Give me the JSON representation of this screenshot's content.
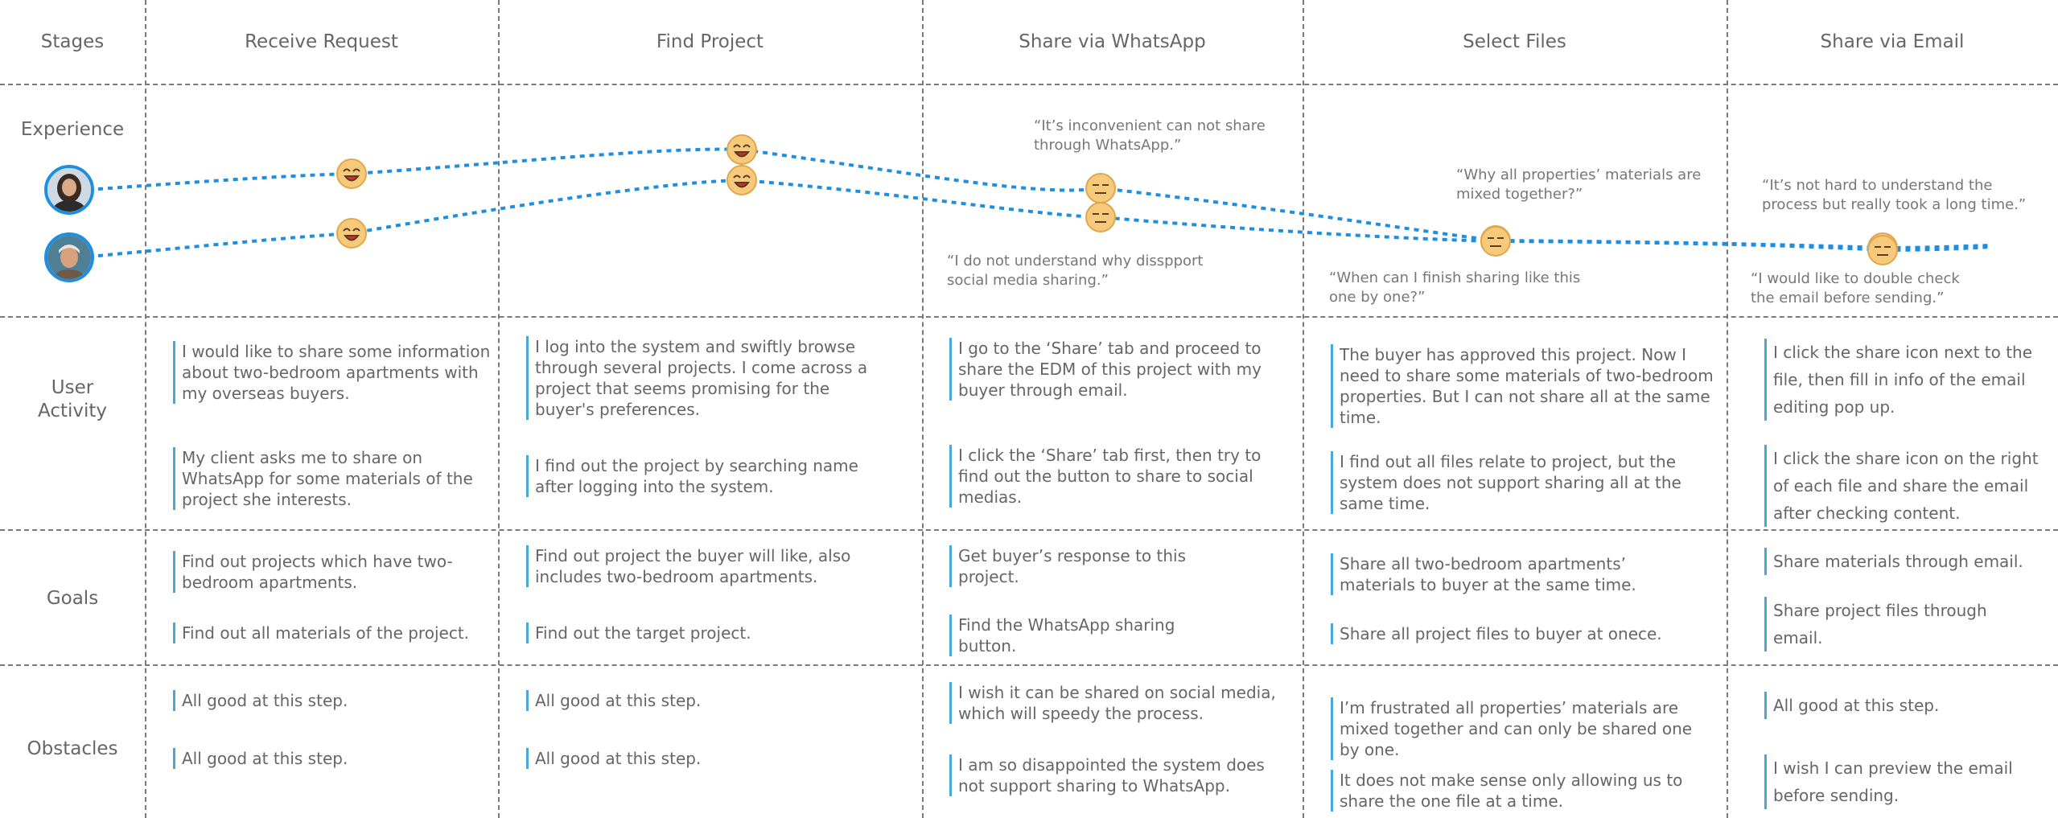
{
  "stages": {
    "label": "Stages",
    "items": [
      "Receive Request",
      "Find Project",
      "Share via WhatsApp",
      "Select Files",
      "Share via Email"
    ]
  },
  "rows": {
    "experience": "Experience",
    "user_activity": "User\nActivity",
    "goals": "Goals",
    "obstacles": "Obstacles"
  },
  "emotions": {
    "persona_1": [
      "happy",
      "happy",
      "neutral",
      "neutral",
      "neutral"
    ],
    "persona_2": [
      "happy",
      "happy",
      "neutral",
      "neutral",
      "neutral"
    ]
  },
  "quotes": {
    "whatsapp_top": "“It’s inconvenient can not share through WhatsApp.”",
    "whatsapp_bottom": "“I do not understand why dissppor​t social media sharing.”",
    "files_top": "“Why all properties’ materials are mixed together?”",
    "files_bottom": "“When can I finish sharing like this one by one?”",
    "email_top": "“It’s not hard to understand the process but really took a long time.”",
    "email_bottom": "“I would like to double check the email before sending.”"
  },
  "user_activity": {
    "receive": [
      "I would like to share some information about two-bedroom apartments with my overseas buyers.",
      "My client asks me to share on WhatsApp for some materials of the project she interests."
    ],
    "find": [
      "I log into the system and swiftly browse through several projects. I come across a project that seems promising for the buyer's preferences.",
      "I find out the project by searching name after logging into the system."
    ],
    "whatsapp": [
      "I go to the ‘Share’ tab and proceed to share the EDM of this project with my buyer through email.",
      "I click the ‘Share’ tab first, then try to find out the button to share to social medias."
    ],
    "files": [
      "The buyer has approved this project. Now I need to share some materials of two-bedroom properties. But I can not share all at the same time.",
      "I find out all files relate to project, but the system does not support sharing all at the same time."
    ],
    "email": [
      "I click the share icon next to the file, then fill in info of the email editing pop up.",
      "I click the share icon on the right of each file and share the email after checking content."
    ]
  },
  "goals": {
    "receive": [
      "Find out projects which have two-bedroom apartments.",
      "Find out all materials of the project."
    ],
    "find": [
      "Find out project the buyer will like, also includes two-bedroom apartments.",
      "Find out the target project."
    ],
    "whatsapp": [
      "Get buyer’s response to this project.",
      "Find the WhatsApp sharing button."
    ],
    "files": [
      "Share all two-bedroom apartments’ materials to buyer at the same time.",
      "Share all project files to buyer at onece."
    ],
    "email": [
      "Share materials through email.",
      "Share project files through email."
    ]
  },
  "obstacles": {
    "receive": [
      "All good at this step.",
      "All good at this step."
    ],
    "find": [
      "All good at this step.",
      "All good at this step."
    ],
    "whatsapp": [
      "I wish it can be shared on social media, which will speedy the process.",
      "I am so disappointed the system does not support sharing to WhatsApp."
    ],
    "files": [
      "I’m frustrated all properties’ materials are mixed together and can only be shared one by one.",
      "It does not make sense only allowing us to share the one file at a time."
    ],
    "email": [
      "All good at this step.",
      "I wish I can preview the email before sending."
    ]
  },
  "colors": {
    "accent": "#1e8fe0",
    "note_bar": "#4aa8d8",
    "grid": "#7a7a7a",
    "emoji": "#f7c97a"
  }
}
